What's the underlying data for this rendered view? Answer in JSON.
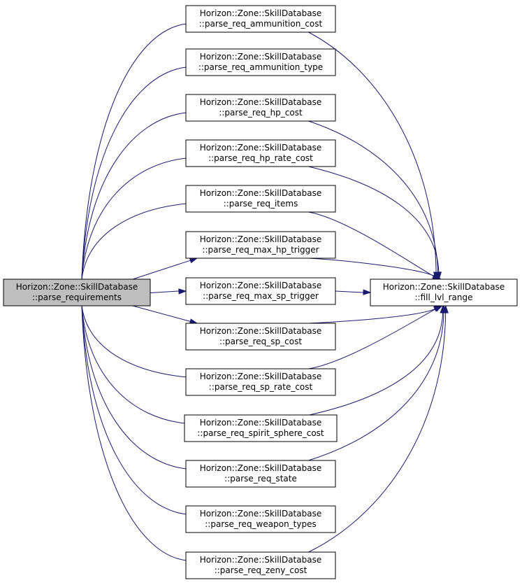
{
  "graph": {
    "root": {
      "line1": "Horizon::Zone::SkillDatabase",
      "line2": "::parse_requirements"
    },
    "target": {
      "line1": "Horizon::Zone::SkillDatabase",
      "line2": "::fill_lvl_range"
    },
    "callees": [
      {
        "id": "ammunition_cost",
        "line1": "Horizon::Zone::SkillDatabase",
        "line2": "::parse_req_ammunition_cost",
        "calls_target": true
      },
      {
        "id": "ammunition_type",
        "line1": "Horizon::Zone::SkillDatabase",
        "line2": "::parse_req_ammunition_type",
        "calls_target": false
      },
      {
        "id": "hp_cost",
        "line1": "Horizon::Zone::SkillDatabase",
        "line2": "::parse_req_hp_cost",
        "calls_target": true
      },
      {
        "id": "hp_rate_cost",
        "line1": "Horizon::Zone::SkillDatabase",
        "line2": "::parse_req_hp_rate_cost",
        "calls_target": true
      },
      {
        "id": "items",
        "line1": "Horizon::Zone::SkillDatabase",
        "line2": "::parse_req_items",
        "calls_target": true
      },
      {
        "id": "max_hp_trigger",
        "line1": "Horizon::Zone::SkillDatabase",
        "line2": "::parse_req_max_hp_trigger",
        "calls_target": true
      },
      {
        "id": "max_sp_trigger",
        "line1": "Horizon::Zone::SkillDatabase",
        "line2": "::parse_req_max_sp_trigger",
        "calls_target": true
      },
      {
        "id": "sp_cost",
        "line1": "Horizon::Zone::SkillDatabase",
        "line2": "::parse_req_sp_cost",
        "calls_target": true
      },
      {
        "id": "sp_rate_cost",
        "line1": "Horizon::Zone::SkillDatabase",
        "line2": "::parse_req_sp_rate_cost",
        "calls_target": true
      },
      {
        "id": "spirit_sphere_cost",
        "line1": "Horizon::Zone::SkillDatabase",
        "line2": "::parse_req_spirit_sphere_cost",
        "calls_target": true
      },
      {
        "id": "state",
        "line1": "Horizon::Zone::SkillDatabase",
        "line2": "::parse_req_state",
        "calls_target": true
      },
      {
        "id": "weapon_types",
        "line1": "Horizon::Zone::SkillDatabase",
        "line2": "::parse_req_weapon_types",
        "calls_target": false
      },
      {
        "id": "zeny_cost",
        "line1": "Horizon::Zone::SkillDatabase",
        "line2": "::parse_req_zeny_cost",
        "calls_target": true
      }
    ],
    "colors": {
      "edge": "#191970",
      "root_fill": "#bfbfbf",
      "node_fill": "#ffffff",
      "node_border": "#000000"
    }
  }
}
